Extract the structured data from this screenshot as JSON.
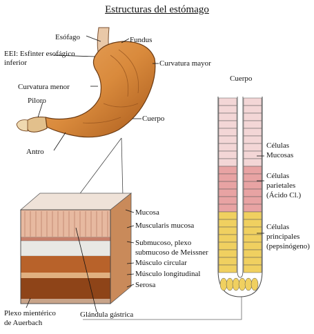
{
  "title": "Estructuras del estómago",
  "stomach_labels": {
    "esofago": "Esófago",
    "fundus": "Fundus",
    "eei_line1": "EEI: Esfinter esofágico",
    "eei_line2": "inferior",
    "curvatura_mayor": "Curvatura mayor",
    "curvatura_menor": "Curvatura menor",
    "piloro": "Piloro",
    "cuerpo": "Cuerpo",
    "antro": "Antro"
  },
  "wall_labels": {
    "mucosa": "Mucosa",
    "muscularis_mucosa": "Muscularis mucosa",
    "submucoso_line1": "Submucoso, plexo",
    "submucoso_line2": "submucoso de Meissner",
    "musculo_circular": "Músculo circular",
    "musculo_longitudinal": "Músculo longitudinal",
    "serosa": "Serosa",
    "plexo_line1": "Plexo mientérico",
    "plexo_line2": "de Auerbach",
    "glandula": "Glándula gástrica"
  },
  "gland_labels": {
    "cuerpo": "Cuerpo",
    "mucosas_line1": "Células",
    "mucosas_line2": "Mucosas",
    "parietales_line1": "Células",
    "parietales_line2": "parietales",
    "parietales_line3": "(Ácido Cl.)",
    "principales_line1": "Células",
    "principales_line2": "principales",
    "principales_line3": "(pepsinógeno)"
  },
  "colors": {
    "stomach": "#d98a3c",
    "stomach_dark": "#a85a1c",
    "mucous_cell": "#f3d6d6",
    "parietal_cell": "#e8a3a3",
    "chief_cell": "#f0d060",
    "submucosa": "#e8e8e4",
    "muscle": "#b8622a",
    "mucosa_layer": "#e7b9a0"
  }
}
